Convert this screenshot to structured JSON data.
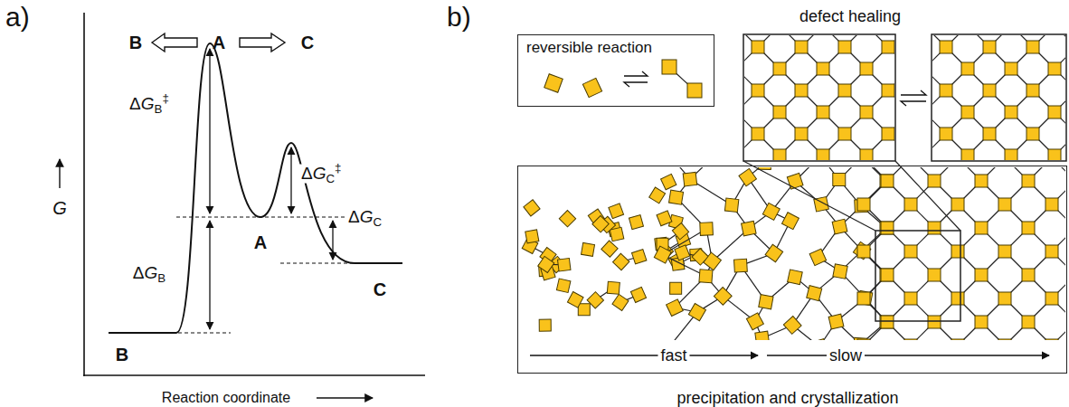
{
  "diagram": {
    "nodes": [
      {
        "text": [
          "reversible reaction"
        ]
      },
      {
        "text": [
          "fast",
          "slow",
          "precipitation and crystallization"
        ]
      }
    ],
    "labels": [
      "a)",
      "B",
      "A",
      "C",
      "ΔGB‡",
      "ΔGC‡",
      "A",
      "ΔGC",
      "ΔGB",
      "C",
      "B",
      "G",
      "Reaction coordinate",
      "b)",
      "defect healing"
    ]
  }
}
